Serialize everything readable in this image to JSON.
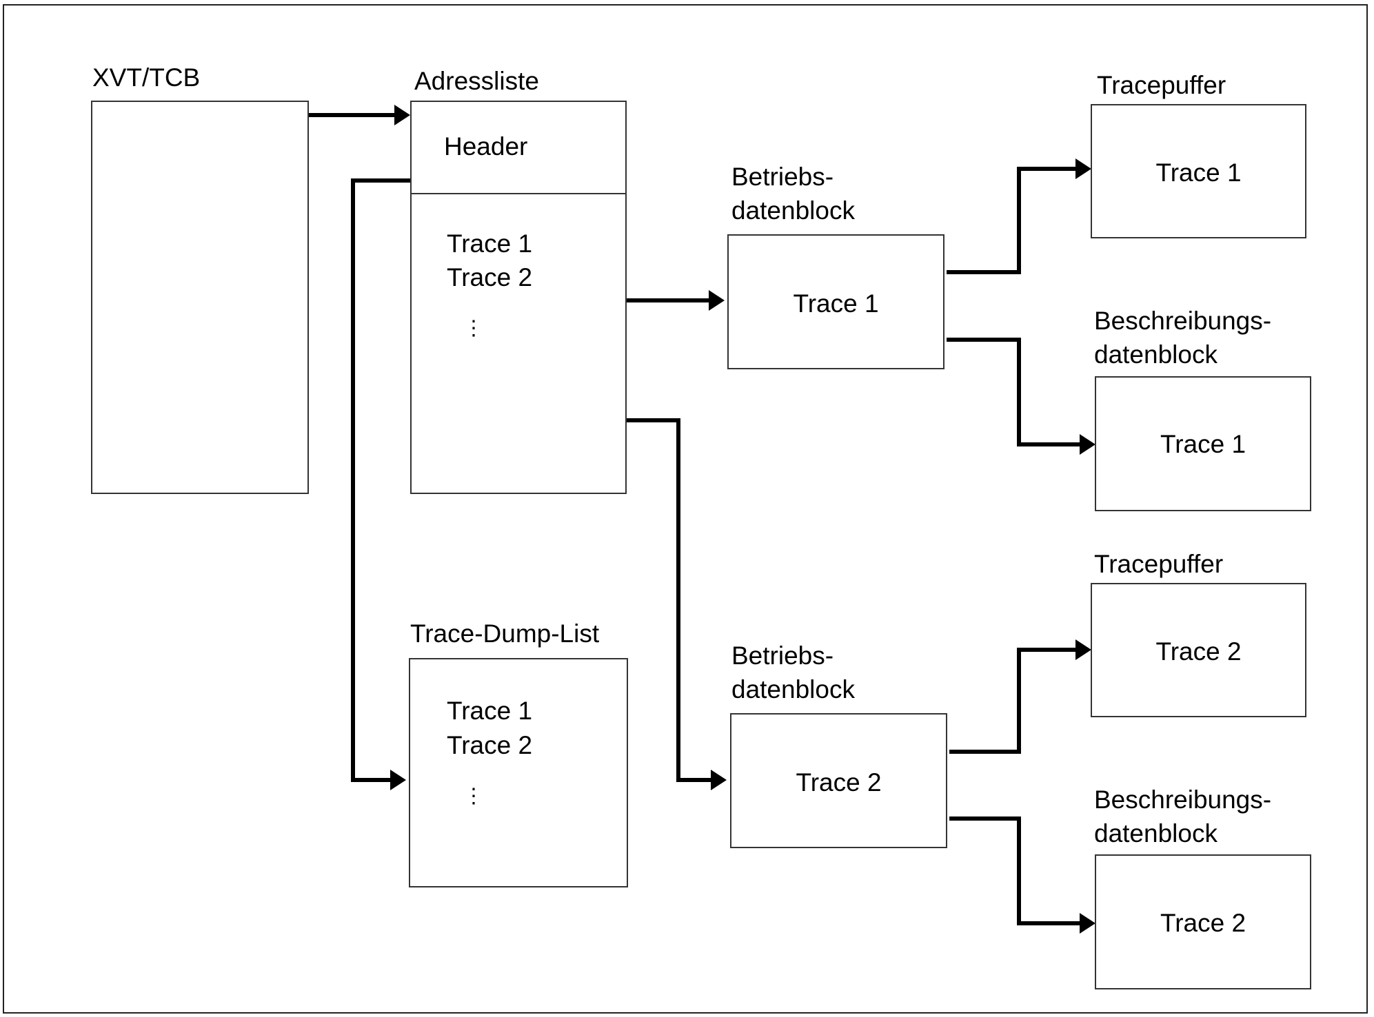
{
  "diagram": {
    "xvt_label": "XVT/TCB",
    "adressliste": {
      "label": "Adressliste",
      "header": "Header",
      "items": [
        "Trace 1",
        "Trace 2"
      ],
      "ellipsis": "⋮"
    },
    "trace_dump_list": {
      "label": "Trace-Dump-List",
      "items": [
        "Trace 1",
        "Trace 2"
      ],
      "ellipsis": "⋮"
    },
    "betriebsdatenblock_1": {
      "label_line1": "Betriebs-",
      "label_line2": "datenblock",
      "content": "Trace 1"
    },
    "betriebsdatenblock_2": {
      "label_line1": "Betriebs-",
      "label_line2": "datenblock",
      "content": "Trace 2"
    },
    "tracepuffer_1": {
      "label": "Tracepuffer",
      "content": "Trace 1"
    },
    "beschreibungsdatenblock_1": {
      "label_line1": "Beschreibungs-",
      "label_line2": "datenblock",
      "content": "Trace 1"
    },
    "tracepuffer_2": {
      "label": "Tracepuffer",
      "content": "Trace 2"
    },
    "beschreibungsdatenblock_2": {
      "label_line1": "Beschreibungs-",
      "label_line2": "datenblock",
      "content": "Trace 2"
    }
  }
}
